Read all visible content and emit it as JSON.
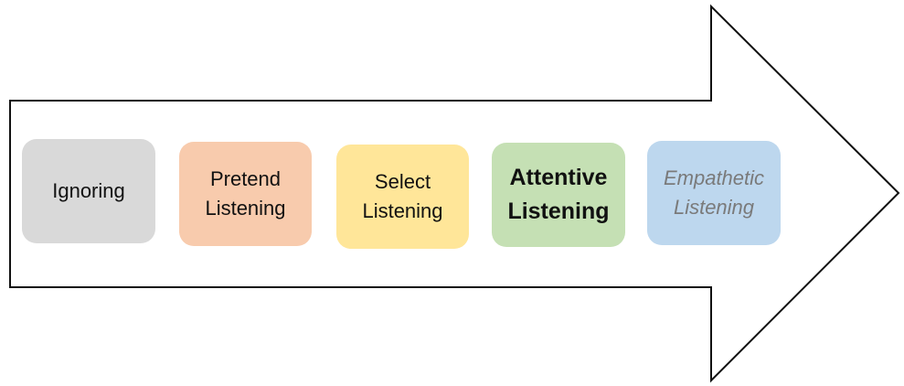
{
  "diagram": {
    "arrow": {
      "fill": "#ffffff",
      "stroke": "#111111"
    },
    "stages": [
      {
        "label": "Ignoring",
        "color": "#d9d9d9"
      },
      {
        "label": "Pretend\nListening",
        "color": "#f8cbad"
      },
      {
        "label": "Select\nListening",
        "color": "#ffe699"
      },
      {
        "label": "Attentive\nListening",
        "color": "#c5e0b4"
      },
      {
        "label": "Empathetic\nListening",
        "color": "#bdd7ee"
      }
    ]
  }
}
